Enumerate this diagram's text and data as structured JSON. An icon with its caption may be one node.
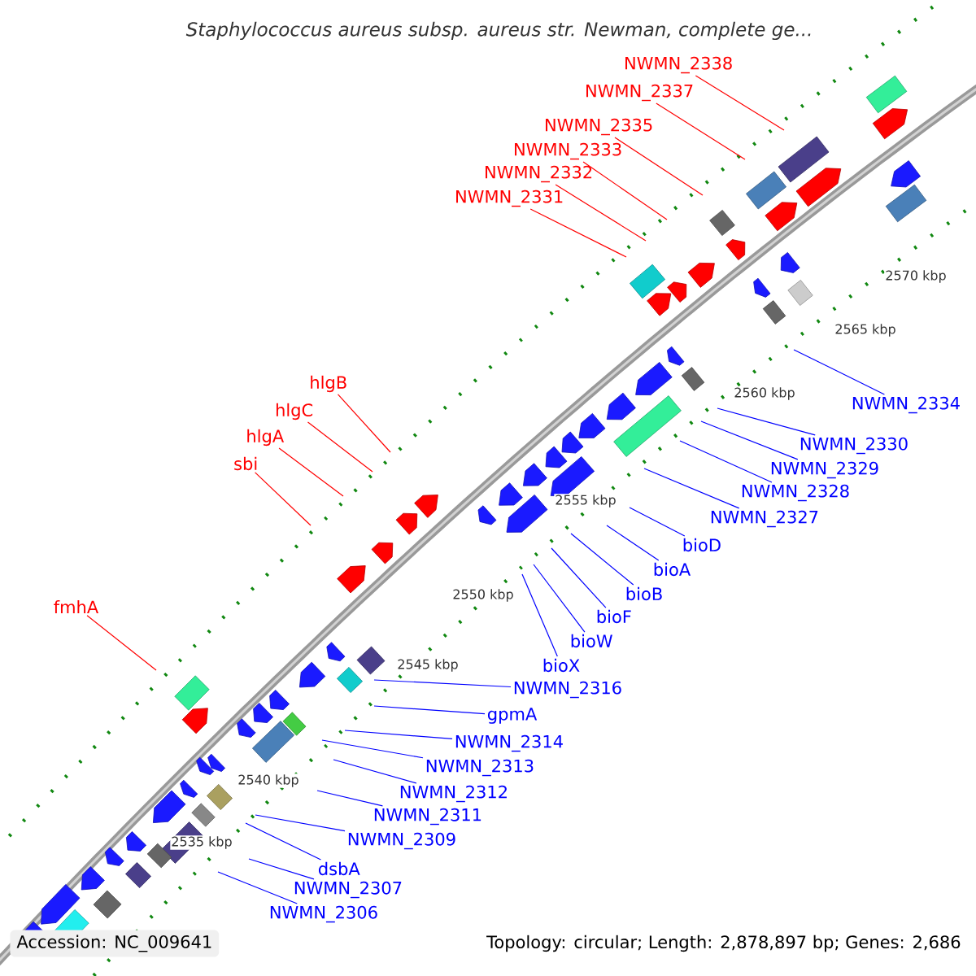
{
  "diagram": {
    "title": "Staphylococcus aureus subsp. aureus str. Newman, complete ge...",
    "nodes": [
      {
        "text": [
          "NWMN_2338"
        ]
      },
      {
        "text": [
          "NWMN_2337"
        ]
      },
      {
        "text": [
          "NWMN_2335"
        ]
      },
      {
        "text": [
          "NWMN_2333"
        ]
      },
      {
        "text": [
          "NWMN_2332"
        ]
      },
      {
        "text": [
          "NWMN_2331"
        ]
      },
      {
        "text": [
          "hlgB"
        ]
      },
      {
        "text": [
          "hlgC"
        ]
      },
      {
        "text": [
          "hlgA"
        ]
      },
      {
        "text": [
          "sbi"
        ]
      },
      {
        "text": [
          "fmhA"
        ]
      },
      {
        "text": [
          "NWMN_2334"
        ]
      },
      {
        "text": [
          "NWMN_2330"
        ]
      },
      {
        "text": [
          "NWMN_2329"
        ]
      },
      {
        "text": [
          "NWMN_2328"
        ]
      },
      {
        "text": [
          "NWMN_2327"
        ]
      },
      {
        "text": [
          "bioD"
        ]
      },
      {
        "text": [
          "bioA"
        ]
      },
      {
        "text": [
          "bioB"
        ]
      },
      {
        "text": [
          "bioF"
        ]
      },
      {
        "text": [
          "bioW"
        ]
      },
      {
        "text": [
          "bioX"
        ]
      },
      {
        "text": [
          "NWMN_2316"
        ]
      },
      {
        "text": [
          "gpmA"
        ]
      },
      {
        "text": [
          "NWMN_2314"
        ]
      },
      {
        "text": [
          "NWMN_2313"
        ]
      },
      {
        "text": [
          "NWMN_2312"
        ]
      },
      {
        "text": [
          "NWMN_2311"
        ]
      },
      {
        "text": [
          "NWMN_2309"
        ]
      },
      {
        "text": [
          "dsbA"
        ]
      },
      {
        "text": [
          "NWMN_2307"
        ]
      },
      {
        "text": [
          "NWMN_2306"
        ]
      }
    ],
    "edges": [
      {
        "from": 0,
        "to": null,
        "arrow": "none",
        "color": "#ff0000"
      },
      {
        "from": 1,
        "to": null,
        "arrow": "none",
        "color": "#ff0000"
      },
      {
        "from": 2,
        "to": null,
        "arrow": "none",
        "color": "#ff0000"
      },
      {
        "from": 3,
        "to": null,
        "arrow": "none",
        "color": "#ff0000"
      },
      {
        "from": 4,
        "to": null,
        "arrow": "none",
        "color": "#ff0000"
      },
      {
        "from": 5,
        "to": null,
        "arrow": "none",
        "color": "#ff0000"
      },
      {
        "from": 6,
        "to": null,
        "arrow": "none",
        "color": "#ff0000"
      },
      {
        "from": 7,
        "to": null,
        "arrow": "none",
        "color": "#ff0000"
      },
      {
        "from": 8,
        "to": null,
        "arrow": "none",
        "color": "#ff0000"
      },
      {
        "from": 9,
        "to": null,
        "arrow": "none",
        "color": "#ff0000"
      },
      {
        "from": 10,
        "to": null,
        "arrow": "none",
        "color": "#ff0000"
      },
      {
        "from": 11,
        "to": null,
        "arrow": "none"
      },
      {
        "from": 12,
        "to": null,
        "arrow": "none"
      },
      {
        "from": 13,
        "to": null,
        "arrow": "none"
      },
      {
        "from": 14,
        "to": null,
        "arrow": "none"
      },
      {
        "from": 15,
        "to": null,
        "arrow": "none"
      },
      {
        "from": 16,
        "to": null,
        "arrow": "none"
      },
      {
        "from": 17,
        "to": null,
        "arrow": "none"
      },
      {
        "from": 18,
        "to": null,
        "arrow": "none"
      },
      {
        "from": 19,
        "to": null,
        "arrow": "none"
      },
      {
        "from": 20,
        "to": null,
        "arrow": "none"
      },
      {
        "from": 21,
        "to": null,
        "arrow": "none"
      },
      {
        "from": 22,
        "to": null,
        "arrow": "none"
      },
      {
        "from": 23,
        "to": null,
        "arrow": "none"
      },
      {
        "from": 24,
        "to": null,
        "arrow": "none"
      },
      {
        "from": 25,
        "to": null,
        "arrow": "none"
      },
      {
        "from": 26,
        "to": null,
        "arrow": "none"
      },
      {
        "from": 27,
        "to": null,
        "arrow": "none"
      },
      {
        "from": 28,
        "to": null,
        "arrow": "none"
      },
      {
        "from": 29,
        "to": null,
        "arrow": "none"
      },
      {
        "from": 30,
        "to": null,
        "arrow": "none"
      },
      {
        "from": 31,
        "to": null,
        "arrow": "none"
      }
    ],
    "labels": [
      "2570 kbp",
      "2565 kbp",
      "2560 kbp",
      "2555 kbp",
      "2550 kbp",
      "2545 kbp",
      "2540 kbp",
      "2535 kbp",
      "Accession: NC_009641",
      "Topology: circular; Length: 2,878,897 bp; Genes: 2,686"
    ]
  }
}
